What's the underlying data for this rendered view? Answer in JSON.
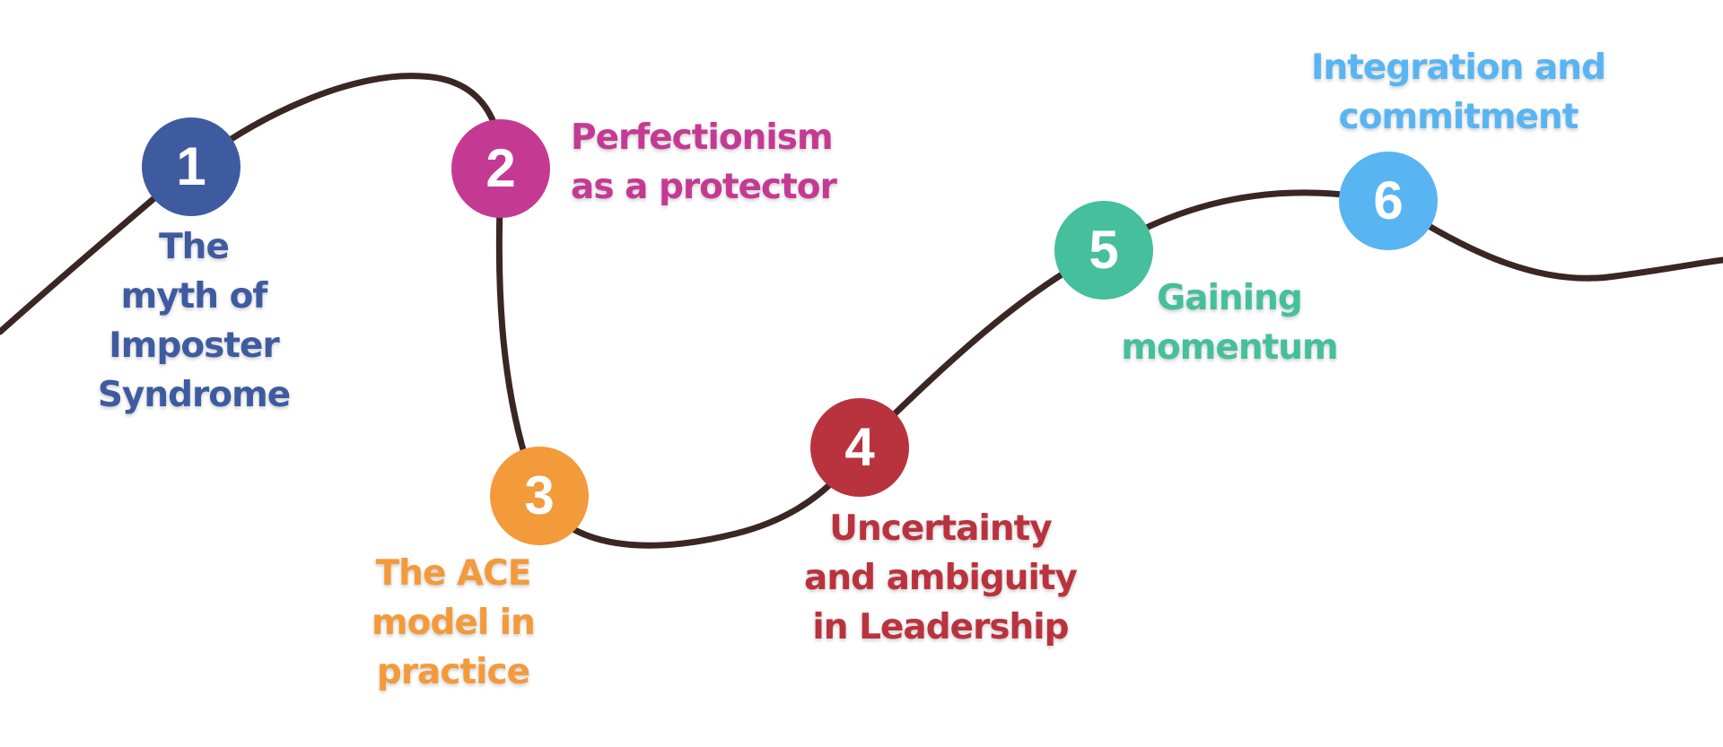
{
  "curve_color": "#3a2623",
  "steps": [
    {
      "number": "1",
      "color": "#3f5ba0",
      "label_lines": [
        "The",
        "myth of",
        "Imposter",
        "Syndrome"
      ]
    },
    {
      "number": "2",
      "color": "#c43a93",
      "label_lines": [
        "Perfectionism",
        "as a protector"
      ]
    },
    {
      "number": "3",
      "color": "#f39a3b",
      "label_lines": [
        "The ACE",
        "model in",
        "practice"
      ]
    },
    {
      "number": "4",
      "color": "#b9333e",
      "label_lines": [
        "Uncertainty",
        "and ambiguity",
        "in Leadership"
      ]
    },
    {
      "number": "5",
      "color": "#45bf9c",
      "label_lines": [
        "Gaining",
        "momentum"
      ]
    },
    {
      "number": "6",
      "color": "#58b5f2",
      "label_lines": [
        "Integration and",
        "commitment"
      ]
    }
  ]
}
